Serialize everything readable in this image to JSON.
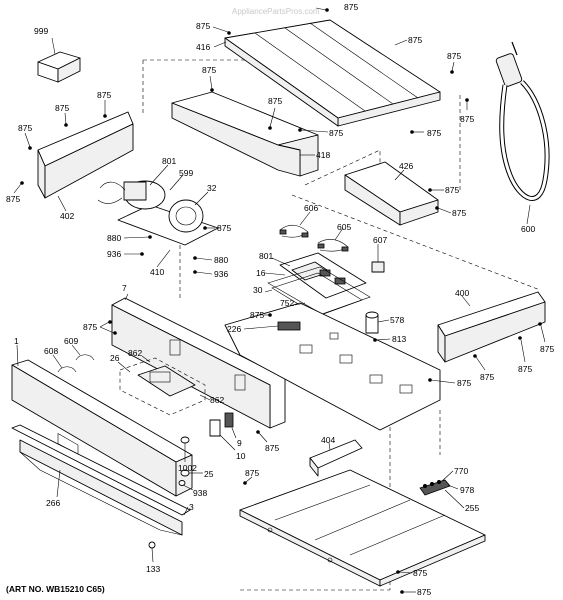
{
  "watermark": "AppliancePartsPros.com",
  "art_number": "(ART NO. WB15210 C65)",
  "labels": [
    {
      "id": "l1",
      "text": "999"
    },
    {
      "id": "l2",
      "text": "875"
    },
    {
      "id": "l3",
      "text": "875"
    },
    {
      "id": "l4",
      "text": "416"
    },
    {
      "id": "l5",
      "text": "875"
    },
    {
      "id": "l6",
      "text": "875"
    },
    {
      "id": "l7",
      "text": "875"
    },
    {
      "id": "l8",
      "text": "875"
    },
    {
      "id": "l9",
      "text": "875"
    },
    {
      "id": "l10",
      "text": "875"
    },
    {
      "id": "l11",
      "text": "875"
    },
    {
      "id": "l12",
      "text": "875"
    },
    {
      "id": "l13",
      "text": "875"
    },
    {
      "id": "l14",
      "text": "418"
    },
    {
      "id": "l15",
      "text": "875"
    },
    {
      "id": "l16",
      "text": "875"
    },
    {
      "id": "l17",
      "text": "801"
    },
    {
      "id": "l18",
      "text": "599"
    },
    {
      "id": "l19",
      "text": "32"
    },
    {
      "id": "l20",
      "text": "402"
    },
    {
      "id": "l21",
      "text": "426"
    },
    {
      "id": "l22",
      "text": "875"
    },
    {
      "id": "l23",
      "text": "875"
    },
    {
      "id": "l24",
      "text": "600"
    },
    {
      "id": "l25",
      "text": "875"
    },
    {
      "id": "l26",
      "text": "880"
    },
    {
      "id": "l27",
      "text": "936"
    },
    {
      "id": "l28",
      "text": "410"
    },
    {
      "id": "l29",
      "text": "880"
    },
    {
      "id": "l30",
      "text": "936"
    },
    {
      "id": "l31",
      "text": "606"
    },
    {
      "id": "l32",
      "text": "605"
    },
    {
      "id": "l33",
      "text": "607"
    },
    {
      "id": "l34",
      "text": "801"
    },
    {
      "id": "l35",
      "text": "16"
    },
    {
      "id": "l36",
      "text": "30"
    },
    {
      "id": "l37",
      "text": "7"
    },
    {
      "id": "l38",
      "text": "752"
    },
    {
      "id": "l39",
      "text": "875"
    },
    {
      "id": "l40",
      "text": "400"
    },
    {
      "id": "l41",
      "text": "875"
    },
    {
      "id": "l42",
      "text": "578"
    },
    {
      "id": "l43",
      "text": "226"
    },
    {
      "id": "l44",
      "text": "875"
    },
    {
      "id": "l45",
      "text": "813"
    },
    {
      "id": "l46",
      "text": "875"
    },
    {
      "id": "l47",
      "text": "875"
    },
    {
      "id": "l48",
      "text": "875"
    },
    {
      "id": "l49",
      "text": "1"
    },
    {
      "id": "l50",
      "text": "608"
    },
    {
      "id": "l51",
      "text": "609"
    },
    {
      "id": "l52",
      "text": "26"
    },
    {
      "id": "l53",
      "text": "862"
    },
    {
      "id": "l54",
      "text": "862"
    },
    {
      "id": "l55",
      "text": "875"
    },
    {
      "id": "l56",
      "text": "9"
    },
    {
      "id": "l57",
      "text": "10"
    },
    {
      "id": "l58",
      "text": "1002"
    },
    {
      "id": "l59",
      "text": "25"
    },
    {
      "id": "l60",
      "text": "938"
    },
    {
      "id": "l61",
      "text": "3"
    },
    {
      "id": "l62",
      "text": "266"
    },
    {
      "id": "l63",
      "text": "404"
    },
    {
      "id": "l64",
      "text": "875"
    },
    {
      "id": "l65",
      "text": "770"
    },
    {
      "id": "l66",
      "text": "978"
    },
    {
      "id": "l67",
      "text": "255"
    },
    {
      "id": "l68",
      "text": "133"
    },
    {
      "id": "l69",
      "text": "875"
    },
    {
      "id": "l70",
      "text": "875"
    }
  ]
}
